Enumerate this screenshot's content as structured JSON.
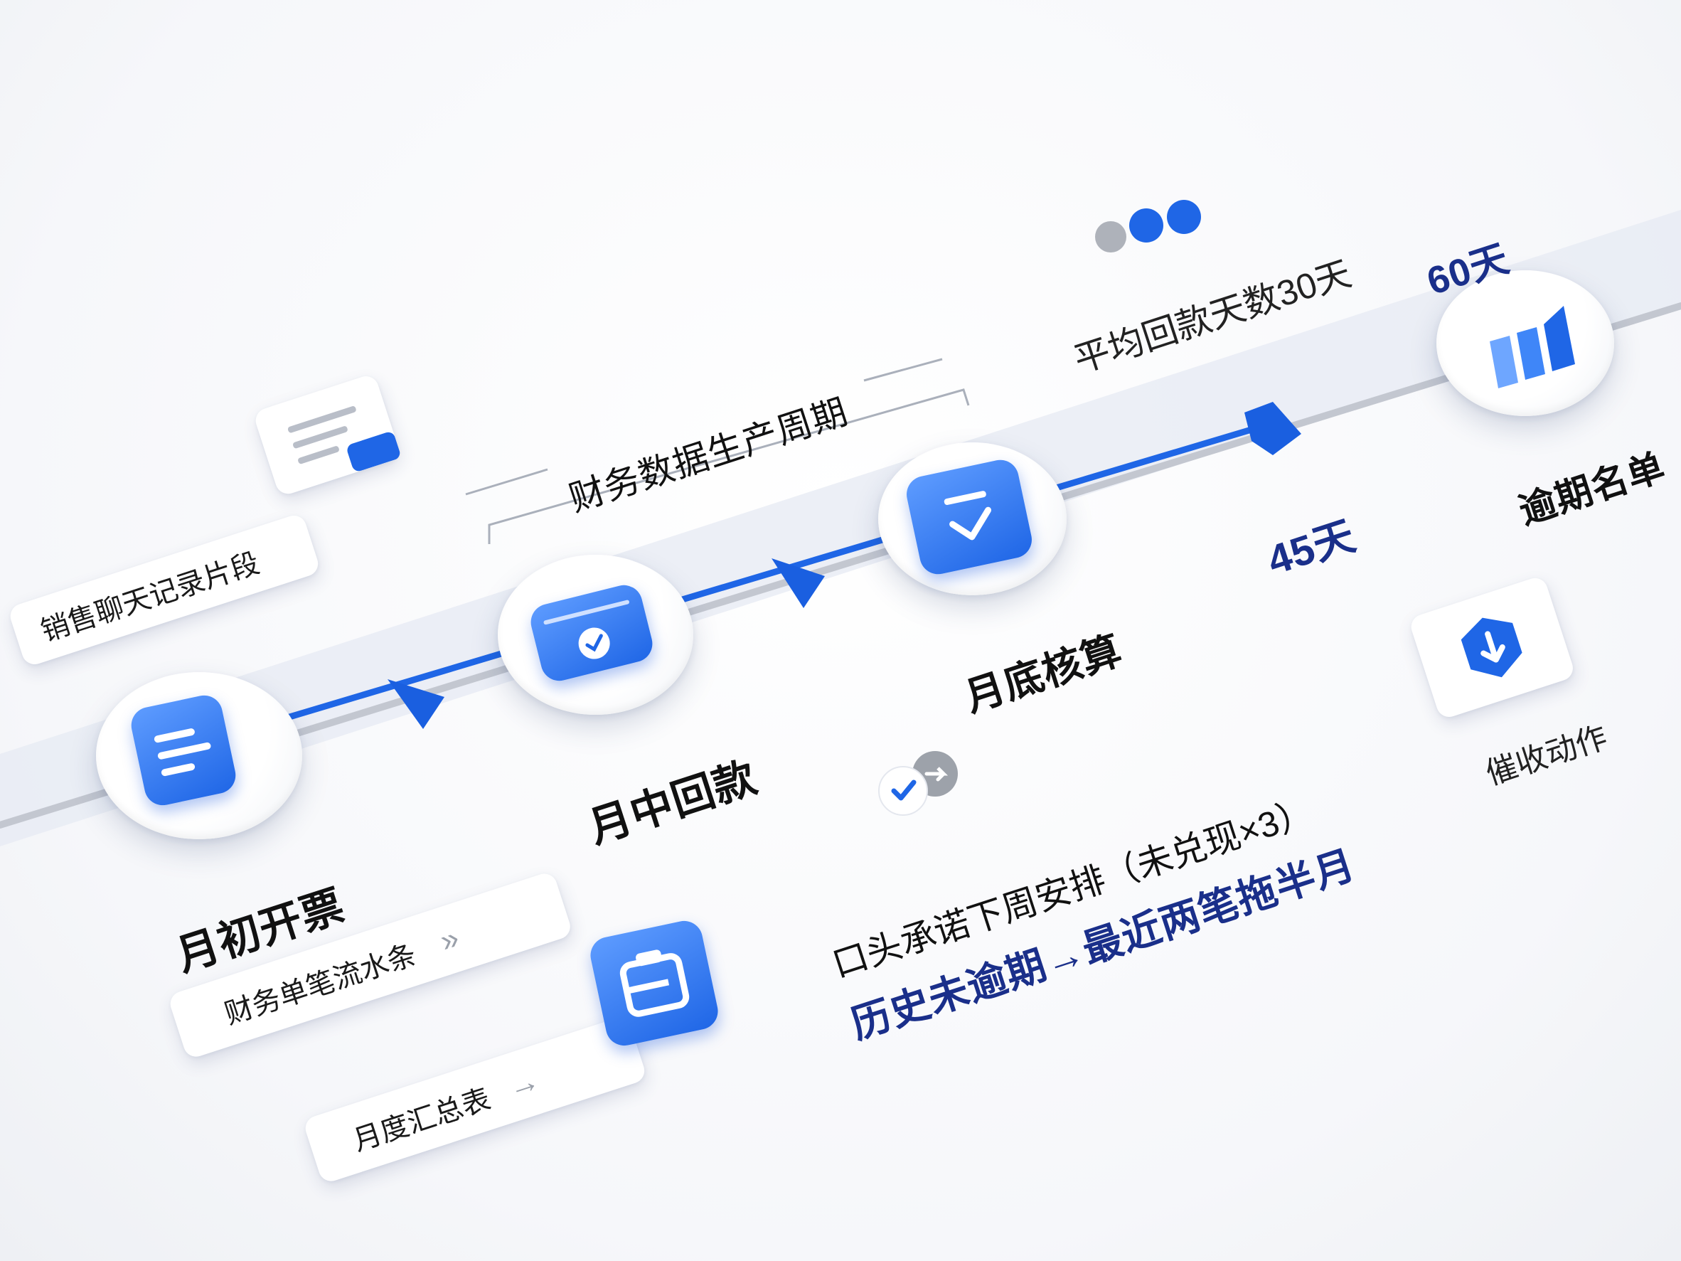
{
  "diagram": {
    "title": "财务数据生产周期",
    "stages": [
      {
        "label": "月初开票"
      },
      {
        "label": "月中回款"
      },
      {
        "label": "月底核算"
      },
      {
        "label": "逾期名单"
      }
    ],
    "average_days_label": "平均回款天数30天",
    "days_60": "60天",
    "days_45": "45天",
    "chat_snippet_label": "销售聊天记录片段",
    "collection_action_label": "催收动作",
    "finance_flow_label": "财务单笔流水条",
    "monthly_summary_label": "月度汇总表",
    "promise_text": "口头承诺下周安排（未兑现×3）",
    "history_text": "历史未逾期→最近两笔拖半月"
  },
  "colors": {
    "accent_blue": "#1f66e6",
    "dark_navy": "#1a2f8a",
    "track": "#e6eaf3",
    "gray": "#b8bcc4"
  },
  "icons": [
    "document-icon",
    "message-check-icon",
    "checklist-icon",
    "bar-chart-icon",
    "shield-down-icon",
    "clipboard-icon",
    "check-icon",
    "arrow-right-icon",
    "dots-icon"
  ]
}
